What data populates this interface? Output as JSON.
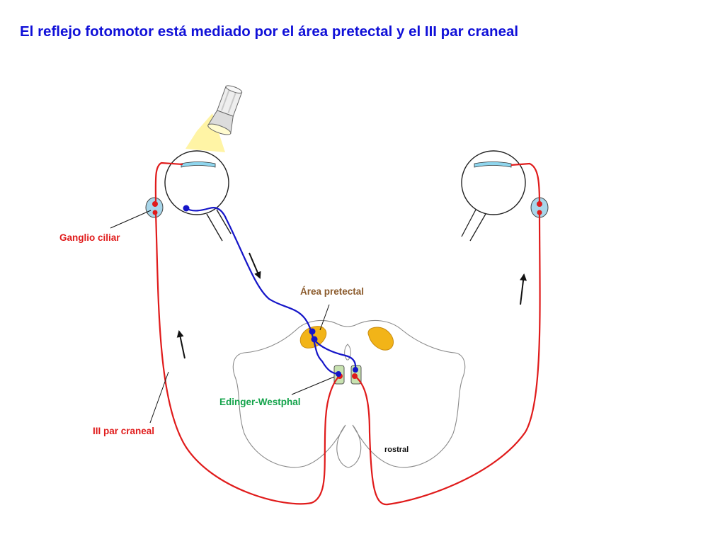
{
  "title": "El reflejo fotomotor está mediado por el área pretectal y el III par craneal",
  "labels": {
    "ciliary_ganglion": "Ganglio ciliar",
    "pretectal_area": "Área pretectal",
    "edinger_westphal": "Edinger-Westphal",
    "oculomotor_nerve": "III par craneal",
    "rostral": "rostral"
  },
  "colors": {
    "title": "#1010d8",
    "oculomotor_pathway": "#e01b1b",
    "optic_pathway": "#1515c8",
    "pretectal": "#f2b418",
    "pretectal_label": "#8b5a2b",
    "edinger_westphal_label": "#13a34a",
    "cornea": "#8fd6ee"
  },
  "icons": [
    "flashlight-icon",
    "eye-icon",
    "arrow-icon"
  ]
}
